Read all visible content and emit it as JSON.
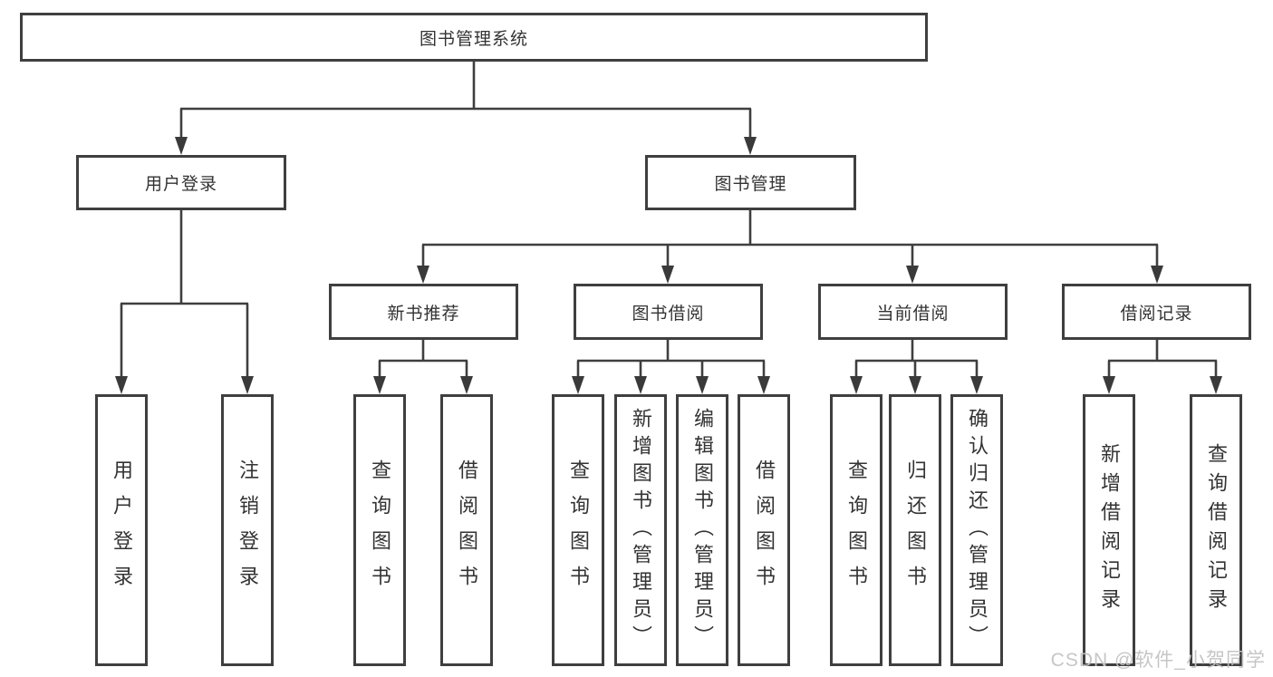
{
  "diagram": {
    "title": "图书管理系统",
    "watermark": "CSDN @软件_小贺同学",
    "colors": {
      "line": "#3f3f3f",
      "text": "#333333",
      "background": "#ffffff",
      "watermark": "#c3c3c3"
    },
    "nodes": {
      "root": {
        "label": "图书管理系统"
      },
      "user_login": {
        "label": "用户登录"
      },
      "book_mgmt": {
        "label": "图书管理"
      },
      "new_book_rec": {
        "label": "新书推荐"
      },
      "book_borrow": {
        "label": "图书借阅"
      },
      "current_borrow": {
        "label": "当前借阅"
      },
      "borrow_record": {
        "label": "借阅记录"
      },
      "leaf_user_login": {
        "label": "用户登录"
      },
      "leaf_logout": {
        "label": "注销登录"
      },
      "leaf_rec_query_book": {
        "label": "查询图书"
      },
      "leaf_rec_borrow_book": {
        "label": "借阅图书"
      },
      "leaf_bb_query_book": {
        "label": "查询图书"
      },
      "leaf_bb_add_book": {
        "label": "新增图书（管理员）"
      },
      "leaf_bb_edit_book": {
        "label": "编辑图书（管理员）"
      },
      "leaf_bb_borrow_book": {
        "label": "借阅图书"
      },
      "leaf_cb_query_book": {
        "label": "查询图书"
      },
      "leaf_cb_return_book": {
        "label": "归还图书"
      },
      "leaf_cb_confirm_return": {
        "label": "确认归还（管理员）"
      },
      "leaf_br_add_record": {
        "label": "新增借阅记录"
      },
      "leaf_br_query_record": {
        "label": "查询借阅记录"
      }
    },
    "structure": {
      "图书管理系统": [
        "用户登录",
        "图书管理"
      ],
      "用户登录": [
        "用户登录",
        "注销登录"
      ],
      "图书管理": [
        "新书推荐",
        "图书借阅",
        "当前借阅",
        "借阅记录"
      ],
      "新书推荐": [
        "查询图书",
        "借阅图书"
      ],
      "图书借阅": [
        "查询图书",
        "新增图书（管理员）",
        "编辑图书（管理员）",
        "借阅图书"
      ],
      "当前借阅": [
        "查询图书",
        "归还图书",
        "确认归还（管理员）"
      ],
      "借阅记录": [
        "新增借阅记录",
        "查询借阅记录"
      ]
    }
  }
}
